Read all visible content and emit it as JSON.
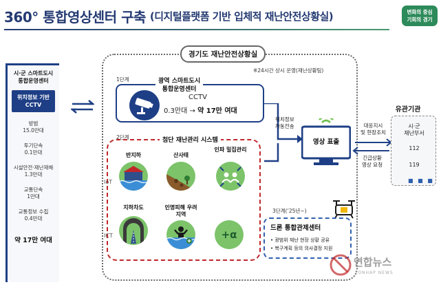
{
  "header": {
    "title_main": "360° 통합영상센터 구축",
    "title_sub": "(디지털플랫폼 기반 입체적 재난안전상황실)",
    "logo_line1": "변화의 중심",
    "logo_line2": "기회의 경기",
    "accent": "#243a72",
    "logo_color": "#2d8a5a"
  },
  "left_panel": {
    "heading_line1": "시·군 스마트도시",
    "heading_line2": "통합운영센터",
    "box_line1": "위치정보 기반",
    "box_line2": "CCTV",
    "items": [
      {
        "label": "방범",
        "value": "15.0만대"
      },
      {
        "label": "투기단속",
        "value": "0.1만대"
      },
      {
        "label": "시설안전·재난재해",
        "value": "1.3만대"
      },
      {
        "label": "교통단속",
        "value": "1만대"
      },
      {
        "label": "교통정보 수집",
        "value": "0.4만대"
      }
    ],
    "total": "약 17만 여대"
  },
  "main": {
    "label": "경기도 재난안전상황실",
    "note": "※24시간 상시 운영(재난상황팀)"
  },
  "stage1": {
    "tag": "1단계",
    "title_line1": "광역 스마트도시",
    "title_line2": "통합운영센터",
    "cctv": "CCTV",
    "range_from": "0.3만대",
    "range_arrow": "→",
    "range_to": "약 17만 여대",
    "icon": "cctv-camera-icon"
  },
  "stage2": {
    "tag": "2단계",
    "title": "첨단 재난관리 시스템",
    "cells": [
      {
        "label": "반지하",
        "icon": "semi-basement-icon"
      },
      {
        "label": "산사태",
        "icon": "landslide-icon"
      },
      {
        "label": "인파 밀집관리",
        "icon": "crowd-icon"
      },
      {
        "label": "지하차도",
        "icon": "underpass-icon"
      },
      {
        "label": "인명피해 우려지역",
        "icon": "flood-person-icon"
      },
      {
        "label": "+α",
        "icon": "plus-alpha-icon"
      }
    ],
    "tag_iot": "IoT",
    "tag_ict": "ICT"
  },
  "center": {
    "monitor_label": "영상 표출",
    "arrow_left_line1": "위치정보",
    "arrow_left_line2": "자동전송",
    "arrow_right_line1": "대응지시",
    "arrow_right_line2": "및 현장조치",
    "arrow_right_line3": "긴급상황",
    "arrow_right_line4": "영상 요청"
  },
  "stage3": {
    "tag": "3단계(‘25년~)",
    "title": "드론 통합관제센터",
    "items": [
      "광범위 재난 현장 상황 공유",
      "복구계획 등의 의사결정 지원"
    ]
  },
  "right_panel": {
    "title": "유관기관",
    "items": [
      "시·군",
      "재난부서",
      "112",
      "119"
    ],
    "dots": "■ ■ ■"
  },
  "watermark": {
    "text": "연합뉴스",
    "sub": "YONHAP NEWS"
  }
}
